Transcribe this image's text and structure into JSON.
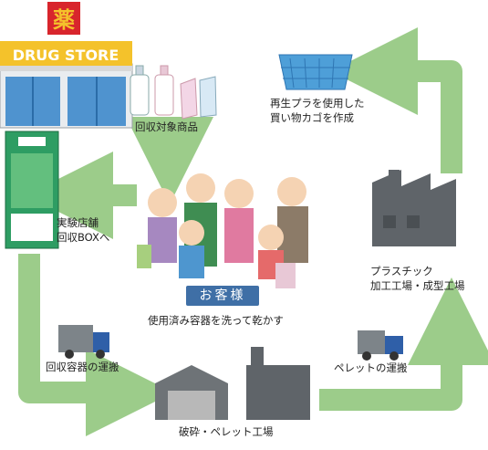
{
  "store_sign": {
    "kanji": "薬",
    "name": "DRUG STORE"
  },
  "labels": {
    "products": "回収対象商品",
    "store_box_line1": "実験店舗",
    "store_box_line2": "回収BOXへ",
    "customer_badge": "お客様",
    "customer_action": "使用済み容器を洗って乾かす",
    "transport_containers": "回収容器の運搬",
    "crushing_plant": "破砕・ペレット工場",
    "transport_pellets": "ペレットの運搬",
    "plastic_factory_line1": "プラスチック",
    "plastic_factory_line2": "加工工場・成型工場",
    "basket_line1": "再生プラを使用した",
    "basket_line2": "買い物カゴを作成"
  },
  "colors": {
    "arrow_green": "#9ccc8a",
    "store_red": "#d8252c",
    "sign_yellow": "#f4c22b",
    "factory_gray": "#5f6469",
    "truck_blue": "#2f5fa8",
    "badge_blue": "#3f6fa6"
  }
}
